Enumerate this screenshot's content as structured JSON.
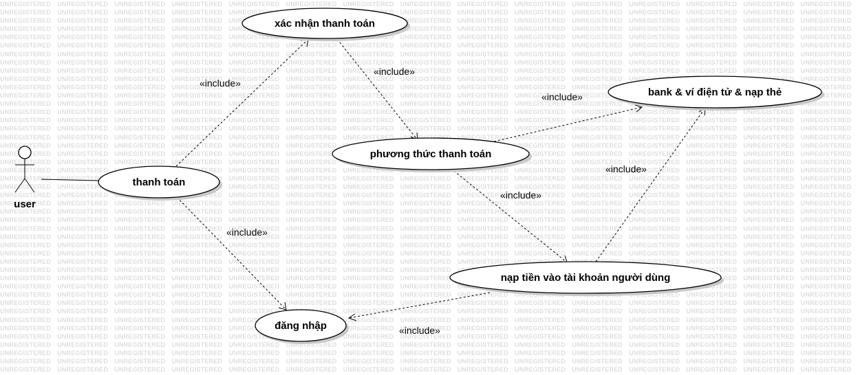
{
  "watermark": "UNREGISTERED",
  "actor": {
    "name": "user"
  },
  "use_cases": {
    "xac_nhan": "xác nhận thanh toán",
    "bank": "bank & ví điện tử & nạp thẻ",
    "phuong_thuc": "phương thức thanh toán",
    "thanh_toan": "thanh toán",
    "nap_tien": "nạp tiền vào tài khoản người dùng",
    "dang_nhap": "đăng nhập"
  },
  "relations": {
    "include_label": "«include»"
  }
}
